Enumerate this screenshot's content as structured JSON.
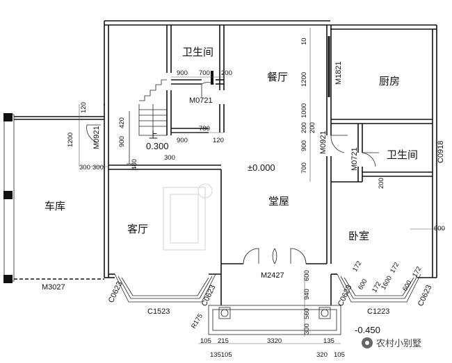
{
  "rooms": {
    "bathroom_top": "卫生间",
    "dining": "餐厅",
    "kitchen": "厨房",
    "bathroom_right": "卫生间",
    "garage": "车库",
    "living": "客厅",
    "hall": "堂屋",
    "bedroom": "卧室"
  },
  "levels": {
    "floor": "±0.000",
    "stair_step": "0.300",
    "outside": "-0.450",
    "stair_up": "上"
  },
  "codes": {
    "door_bath_top": "M0721",
    "door_left": "M0921",
    "door_center": "M0921",
    "door_bath_right": "M0721",
    "door_kitchen": "M1821",
    "window_bath_right": "C0918",
    "garage_door": "M3027",
    "entry_door": "M2427",
    "bay_left_a": "C0623",
    "bay_left_b": "C0623",
    "bay_left_front": "C1523",
    "bay_right_a": "C0623",
    "bay_right_b": "C0623",
    "bay_right_front": "C1223"
  },
  "dims": {
    "d900a": "900",
    "d700a": "700",
    "d200a": "200",
    "d120a": "120",
    "d420": "420",
    "d900b": "900",
    "d1200": "1200",
    "d780": "780",
    "d900c": "900",
    "d120b": "120",
    "d300a": "300",
    "d300b": "300",
    "d480": "480",
    "d300c": "300",
    "d10": "10",
    "d1200v": "1200",
    "d1000": "1000",
    "d200b": "200",
    "d900v": "900",
    "d200c": "200",
    "d700v": "700",
    "d200r": "200",
    "d600r": "600",
    "d600e": "600",
    "d940": "940",
    "d560": "560",
    "d300e": "300",
    "d172a": "172",
    "d600w": "600",
    "d172b": "172",
    "d1600": "1600",
    "d172c": "172",
    "d600x": "600",
    "d172d": "172",
    "d175": "R175",
    "d105a": "105",
    "d215": "215",
    "d3320": "3320",
    "d135": "135",
    "d105b": "105",
    "d135105": "135105",
    "d320": "320"
  },
  "watermark": "农村小别墅"
}
